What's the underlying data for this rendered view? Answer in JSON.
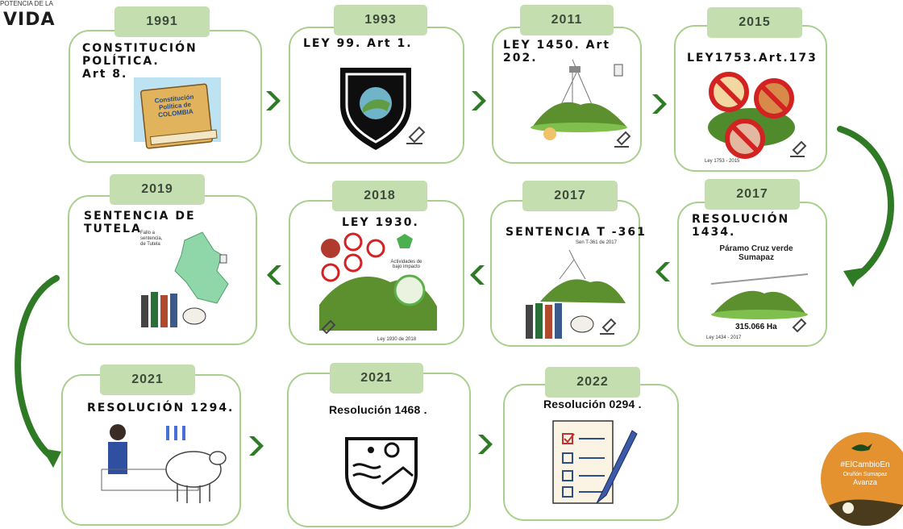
{
  "logo": {
    "line1": "POTENCIA DE LA",
    "line2": "VIDA"
  },
  "badge": {
    "line1": "#ElCambioEn",
    "line2": "Oruñón Sumapaz",
    "line3": "Avanza"
  },
  "items": [
    {
      "year": "1991",
      "title": "CONSTITUCIÓN\nPOLÍTICA.\nArt 8.",
      "extra": "Constitución Política de COLOMBIA"
    },
    {
      "year": "1993",
      "title": "LEY 99. Art 1."
    },
    {
      "year": "2011",
      "title": "LEY 1450. Art\n202."
    },
    {
      "year": "2015",
      "title": "LEY1753.Art.173",
      "caption": "Ley 1753 - 2015"
    },
    {
      "year": "2017",
      "title": "RESOLUCIÓN\n1434.",
      "extra": "Páramo Cruz verde Sumapaz",
      "value": "315.066 Ha",
      "caption": "Ley 1434 - 2017"
    },
    {
      "year": "2017",
      "title": "SENTENCIA T -361",
      "caption": "Sen T-361 de 2017"
    },
    {
      "year": "2018",
      "title": "LEY 1930.",
      "extra": "Actividades de bajo impacto",
      "caption": "Ley 1930 de 2018"
    },
    {
      "year": "2019",
      "title": "SENTENCIA DE\nTUTELA",
      "extra": "Fallo a sentencia, de Tutela"
    },
    {
      "year": "2021",
      "title": "RESOLUCIÓN 1294."
    },
    {
      "year": "2021",
      "title": "Resolución 1468 ."
    },
    {
      "year": "2022",
      "title": "Resolución 0294 ."
    }
  ]
}
